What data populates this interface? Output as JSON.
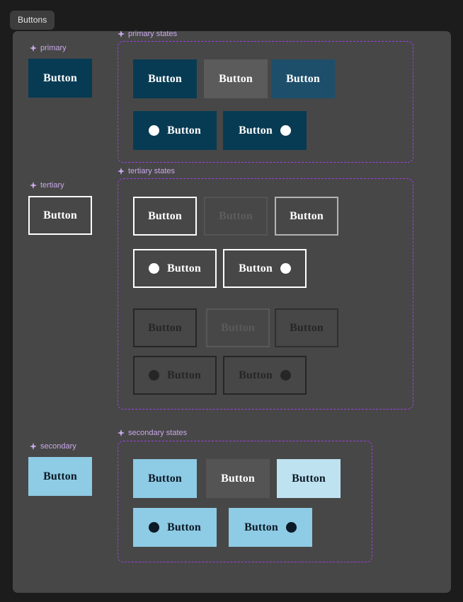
{
  "window": {
    "background_color": "#1c1c1c",
    "canvas_color": "#474747"
  },
  "tab_bar": {
    "tabs": [
      {
        "label": "Buttons",
        "active": true
      }
    ]
  },
  "icons": {
    "sparkle": "sparkle-diamond-icon",
    "leading_dot": "circle-dot-icon",
    "trailing_dot": "circle-dot-icon"
  },
  "colors": {
    "accent_label": "#c9a8ea",
    "group_border": "#9d3fe0",
    "primary": "#073b53",
    "primary_disabled": "#5b5b5b",
    "primary_focus": "#1d4f6b",
    "secondary": "#8ecbe4",
    "secondary_disabled": "#545454",
    "secondary_focus": "#bfe2f0",
    "tertiary_border": "#ffffff",
    "tertiary_dark_border": "#262626",
    "canvas": "#474747",
    "tab_pill": "#3d3d3d"
  },
  "sections": {
    "primary": {
      "label": "primary",
      "sample_button": "Button"
    },
    "primary_states": {
      "label": "primary states",
      "buttons": [
        {
          "text": "Button",
          "state": "default",
          "icon": "none"
        },
        {
          "text": "Button",
          "state": "disabled",
          "icon": "none"
        },
        {
          "text": "Button",
          "state": "focus",
          "icon": "none"
        },
        {
          "text": "Button",
          "state": "default",
          "icon": "leading"
        },
        {
          "text": "Button",
          "state": "default",
          "icon": "trailing"
        }
      ]
    },
    "tertiary": {
      "label": "tertiary",
      "sample_button": "Button"
    },
    "tertiary_states": {
      "label": "tertiary states",
      "buttons": [
        {
          "text": "Button",
          "state": "default",
          "icon": "none",
          "variant": "light"
        },
        {
          "text": "Button",
          "state": "disabled",
          "icon": "none",
          "variant": "light"
        },
        {
          "text": "Button",
          "state": "focus",
          "icon": "none",
          "variant": "light"
        },
        {
          "text": "Button",
          "state": "default",
          "icon": "leading",
          "variant": "light"
        },
        {
          "text": "Button",
          "state": "default",
          "icon": "trailing",
          "variant": "light"
        },
        {
          "text": "Button",
          "state": "default",
          "icon": "none",
          "variant": "dark"
        },
        {
          "text": "Button",
          "state": "disabled",
          "icon": "none",
          "variant": "dark"
        },
        {
          "text": "Button",
          "state": "focus",
          "icon": "none",
          "variant": "dark"
        },
        {
          "text": "Button",
          "state": "default",
          "icon": "leading",
          "variant": "dark"
        },
        {
          "text": "Button",
          "state": "default",
          "icon": "trailing",
          "variant": "dark"
        }
      ]
    },
    "secondary": {
      "label": "secondary",
      "sample_button": "Button"
    },
    "secondary_states": {
      "label": "secondary states",
      "buttons": [
        {
          "text": "Button",
          "state": "default",
          "icon": "none"
        },
        {
          "text": "Button",
          "state": "disabled",
          "icon": "none"
        },
        {
          "text": "Button",
          "state": "focus",
          "icon": "none"
        },
        {
          "text": "Button",
          "state": "default",
          "icon": "leading"
        },
        {
          "text": "Button",
          "state": "default",
          "icon": "trailing"
        }
      ]
    }
  }
}
